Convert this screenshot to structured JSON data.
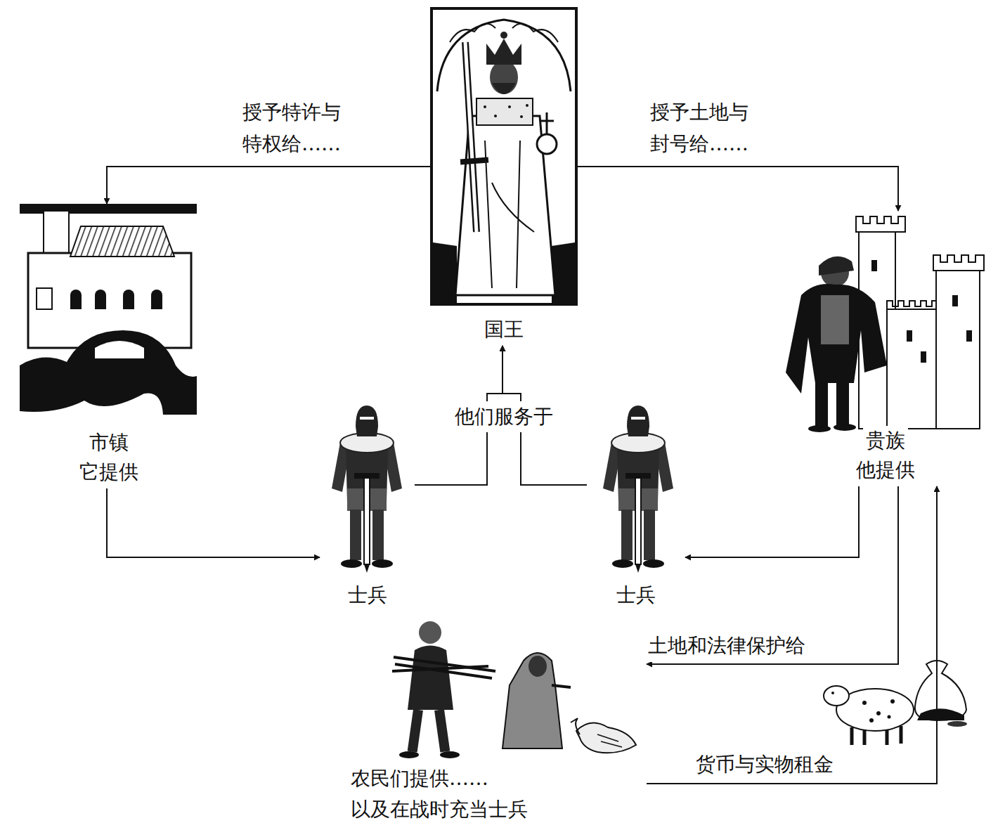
{
  "diagram": {
    "nodes": [
      {
        "text": [
          "国王"
        ]
      },
      {
        "text": [
          "市镇",
          "它提供"
        ]
      },
      {
        "text": [
          "贵族",
          "他提供"
        ]
      },
      {
        "text": [
          "士兵"
        ]
      },
      {
        "text": [
          "士兵"
        ]
      },
      {
        "text": [
          "农民们提供…… 以及在战时充当士兵"
        ]
      }
    ],
    "edges": [
      {
        "from": 0,
        "to": 1,
        "label": "授予特许与 特权给……",
        "arrow": "to"
      },
      {
        "from": 0,
        "to": 2,
        "label": "授予土地与 封号给……",
        "arrow": "to"
      },
      {
        "from": 1,
        "to": 3,
        "arrow": "to"
      },
      {
        "from": 2,
        "to": 4,
        "arrow": "to"
      },
      {
        "from": 3,
        "to": 0,
        "label": "他们服务于",
        "arrow": "to"
      },
      {
        "from": 4,
        "to": 0,
        "arrow": "to"
      },
      {
        "from": 2,
        "to": 5,
        "label": "土地和法律保护给",
        "arrow": "to"
      },
      {
        "from": 5,
        "to": 2,
        "label": "货币与实物租金",
        "arrow": "to"
      }
    ]
  }
}
